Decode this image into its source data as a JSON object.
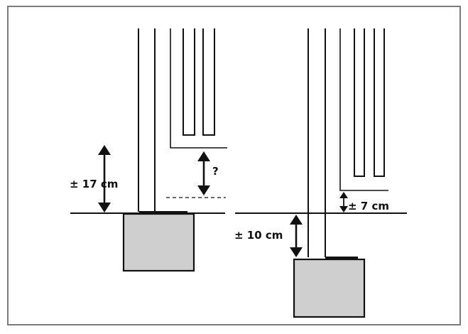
{
  "left_diagram": {
    "dimension_main": "± 17 cm",
    "dimension_unknown": "?"
  },
  "right_diagram": {
    "dimension_lower": "± 10 cm",
    "dimension_upper": "± 7 cm"
  },
  "colors": {
    "line": "#111111",
    "block_fill": "#cfcfcf",
    "frame": "#7a7a7a",
    "background": "#ffffff"
  }
}
